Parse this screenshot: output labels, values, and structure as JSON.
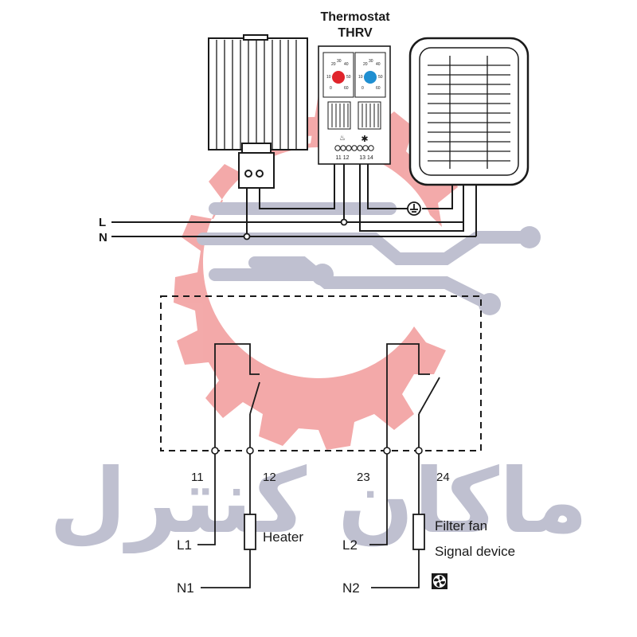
{
  "thermostat": {
    "title_line1": "Thermostat",
    "title_line2": "THRV",
    "terminal_left": "11 12",
    "terminal_right": "13 14",
    "dial_left_scale": [
      "20",
      "30",
      "40",
      "10",
      "50",
      "0",
      "60"
    ],
    "dial_right_scale": [
      "20",
      "30",
      "40",
      "10",
      "50",
      "0",
      "60"
    ]
  },
  "mains": {
    "line_label": "L",
    "neutral_label": "N"
  },
  "contacts": {
    "c11": "11",
    "c12": "12",
    "c23": "23",
    "c24": "24"
  },
  "loads": {
    "l1": "L1",
    "n1": "N1",
    "heater": "Heater",
    "l2": "L2",
    "n2": "N2",
    "fan_line1": "Filter fan",
    "fan_line2": "Signal device"
  },
  "watermark": {
    "text": "ماکان کنترل",
    "gear_color": "#f19b9b",
    "circuit_color": "#b4b6c8"
  },
  "colors": {
    "dial_hot": "#e0242b",
    "dial_cold": "#1f8fd1",
    "wire": "#1a1a1a"
  }
}
